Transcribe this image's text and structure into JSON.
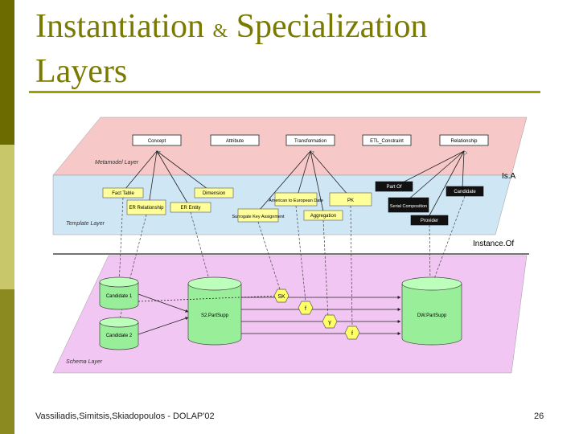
{
  "title": {
    "line1": "Instantiation",
    "amp": "&",
    "line1b": "Specialization",
    "line2": "Layers"
  },
  "footer": {
    "authors": "Vassiliadis,Simitsis,Skiadopoulos - DOLAP'02",
    "page": "26"
  },
  "layers": {
    "metamodel": "Metamodel Layer",
    "template": "Template Layer",
    "schema": "Schema Layer"
  },
  "relations": {
    "isa": "Is.A",
    "instanceof": "Instance.Of"
  },
  "meta_concepts": [
    "Concept",
    "Attribute",
    "Transformation",
    "ETL_Constraint",
    "Relationship"
  ],
  "template_boxes": {
    "fact_table": "Fact Table",
    "dimension": "Dimension",
    "er_relationship": "ER Relationship",
    "er_entity": "ER Entity",
    "surrogate": "Surrogate Key Assignment",
    "american": "American to European Date",
    "aggregation": "Aggregation",
    "pk": "PK",
    "part_of": "Part Of",
    "serial": "Serial Composition",
    "candidate": "Candidate",
    "provider": "Provider"
  },
  "schema": {
    "candidate1": "Candidate 1",
    "candidate2": "Candidate 2",
    "s2": "S2.PartSupp",
    "dw": "DW.PartSupp",
    "sk": "SK",
    "f": "f",
    "gamma": "γ"
  },
  "colors": {
    "accent": "#7a7a00",
    "meta": "#f7c8c8",
    "template": "#cfe6f5",
    "schema": "#f2c6f2",
    "box": "#ffff99"
  }
}
